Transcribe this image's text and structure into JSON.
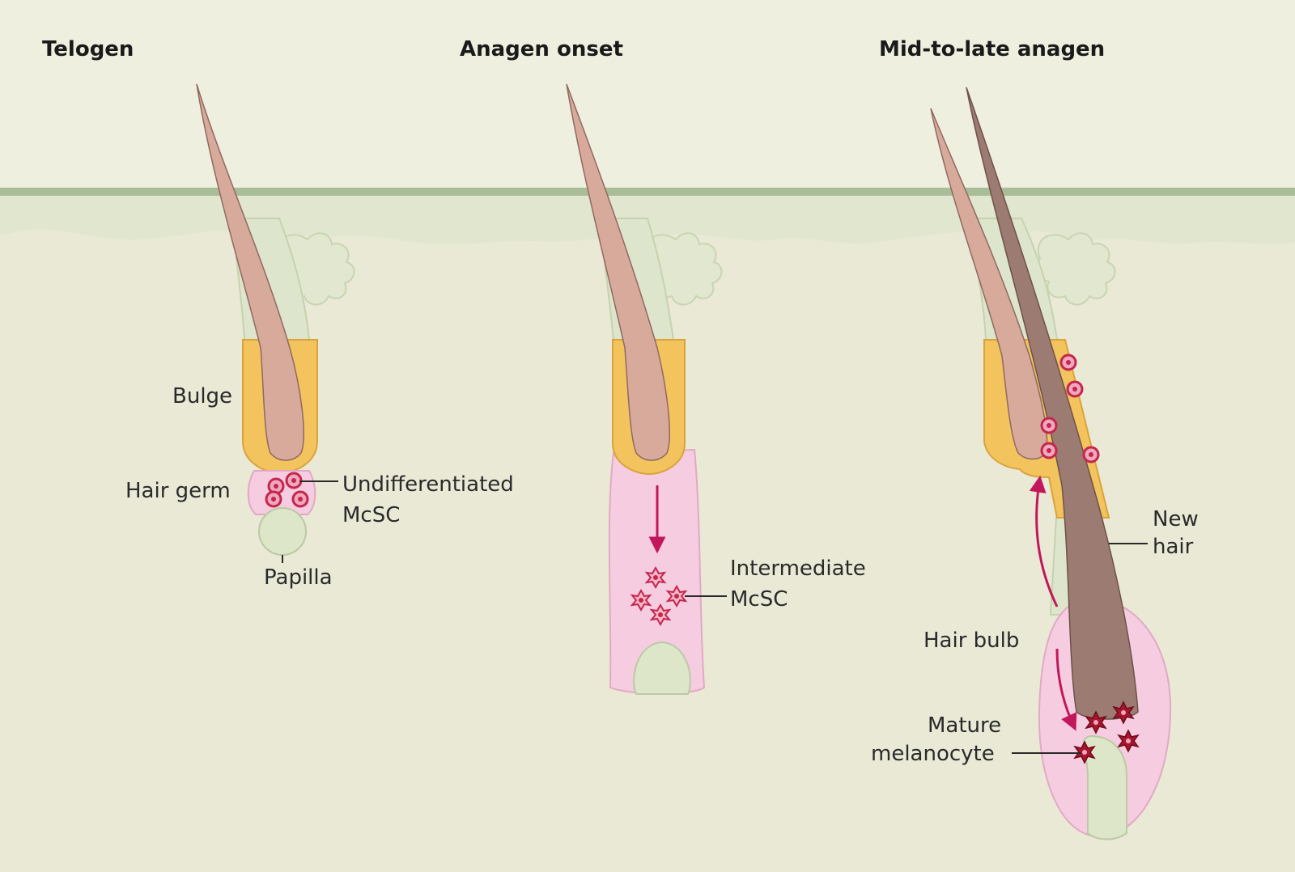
{
  "stages": {
    "telogen": {
      "title": "Telogen"
    },
    "anagen_onset": {
      "title": "Anagen onset"
    },
    "mid_to_late": {
      "title": "Mid-to-late anagen"
    }
  },
  "labels": {
    "bulge": "Bulge",
    "hair_germ": "Hair germ",
    "undifferentiated_line1": "Undifferentiated",
    "undifferentiated_line2": "McSC",
    "papilla": "Papilla",
    "intermediate_line1": "Intermediate",
    "intermediate_line2": "McSC",
    "new_hair_line1": "New",
    "new_hair_line2": "hair",
    "hair_bulb": "Hair bulb",
    "mature_line1": "Mature",
    "mature_line2": "melanocyte"
  },
  "colors": {
    "background": "#efefdf",
    "skin": "#e8e8d4",
    "epidermis_line": "#a9bd98",
    "outer_sheath": "#dde6cc",
    "bulge": "#f3c45e",
    "hair_germ": "#f6cde0",
    "papilla": "#dde6c9",
    "old_hair": "#d8aa9c",
    "new_hair": "#9c7b72",
    "stem_cell": "#c4264c",
    "melanocyte": "#a8162d",
    "arrow": "#c2185b"
  }
}
